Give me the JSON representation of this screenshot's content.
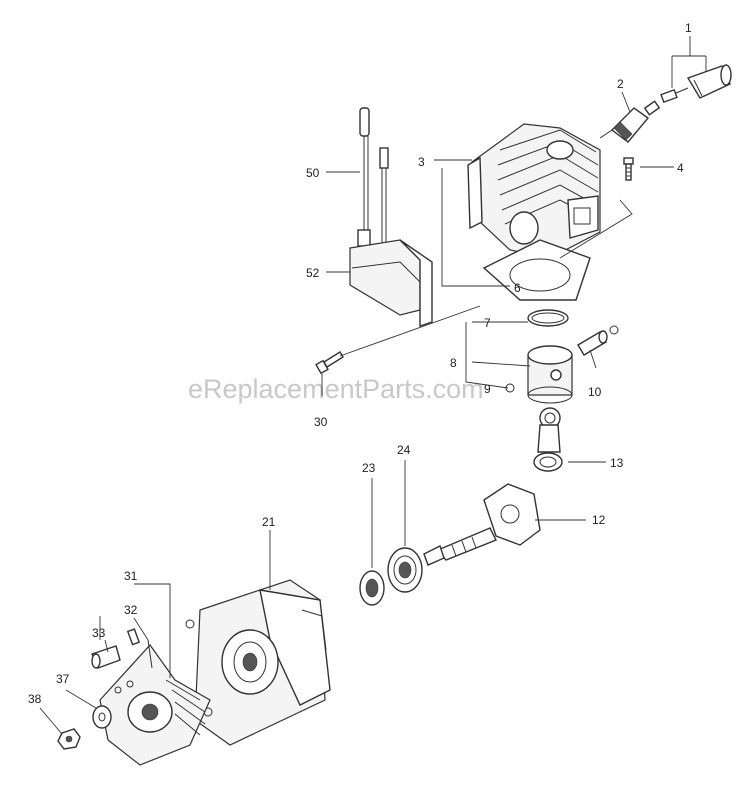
{
  "watermark": "eReplacementParts.com",
  "callouts": {
    "c1": "1",
    "c2": "2",
    "c3": "3",
    "c4": "4",
    "c6": "6",
    "c7": "7",
    "c8": "8",
    "c9": "9",
    "c10": "10",
    "c12": "12",
    "c13": "13",
    "c21": "21",
    "c23": "23",
    "c24": "24",
    "c30": "30",
    "c31": "31",
    "c32": "32",
    "c33": "33",
    "c37": "37",
    "c38": "38",
    "c50": "50",
    "c52": "52"
  }
}
